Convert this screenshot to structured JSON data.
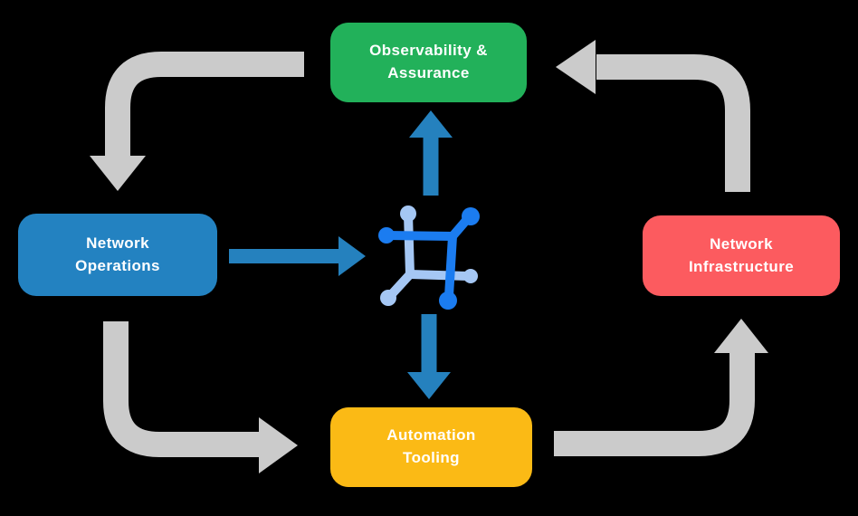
{
  "diagram": {
    "background": "#000000",
    "nodes": [
      {
        "id": "observability-assurance",
        "label": "Observability &\nAssurance",
        "color": "#22B15A",
        "text_color": "#FFFFFF"
      },
      {
        "id": "network-operations",
        "label": "Network\nOperations",
        "color": "#2382C1",
        "text_color": "#FFFFFF"
      },
      {
        "id": "network-infrastructure",
        "label": "Network\nInfrastructure",
        "color": "#FC5B5F",
        "text_color": "#FFFFFF"
      },
      {
        "id": "automation-tooling",
        "label": "Automation\nTooling",
        "color": "#FBBA15",
        "text_color": "#FFFFFF"
      }
    ],
    "center_icon": {
      "name": "network-mesh-icon",
      "primary_color": "#1B7CF0",
      "secondary_color": "#A5C7F4"
    },
    "arrows": {
      "cycle_color": "#CBCBCB",
      "flow_color": "#2581BE",
      "cycle": [
        {
          "from": "observability-assurance",
          "to": "network-operations"
        },
        {
          "from": "network-operations",
          "to": "automation-tooling"
        },
        {
          "from": "automation-tooling",
          "to": "network-infrastructure"
        },
        {
          "from": "network-infrastructure",
          "to": "observability-assurance"
        }
      ],
      "flows": [
        {
          "from": "network-operations",
          "to": "center-icon"
        },
        {
          "from": "center-icon",
          "to": "observability-assurance"
        },
        {
          "from": "center-icon",
          "to": "automation-tooling"
        }
      ]
    }
  }
}
